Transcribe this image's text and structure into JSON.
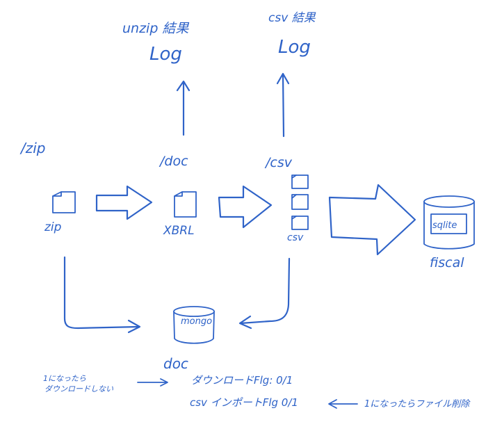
{
  "headings": {
    "unzip_result": "unzip 結果",
    "csv_result": "csv 結果"
  },
  "logs": {
    "unzip_log": "Log",
    "csv_log": "Log"
  },
  "folders": {
    "zip": "/zip",
    "doc": "/doc",
    "csv": "/csv"
  },
  "files": {
    "zip": "zip",
    "xbrl": "XBRL",
    "csv": "csv"
  },
  "databases": {
    "sqlite": "sqlite",
    "sqlite_name": "fiscal",
    "mongo": "mongo",
    "mongo_collection": "doc"
  },
  "flags": {
    "download": "ダウンロードFlg: 0/1",
    "csv_import": "csv インポートFlg 0/1"
  },
  "notes": {
    "left": [
      "1になったら",
      "ダウンロードしない"
    ],
    "right": "1になったらファイル削除"
  }
}
